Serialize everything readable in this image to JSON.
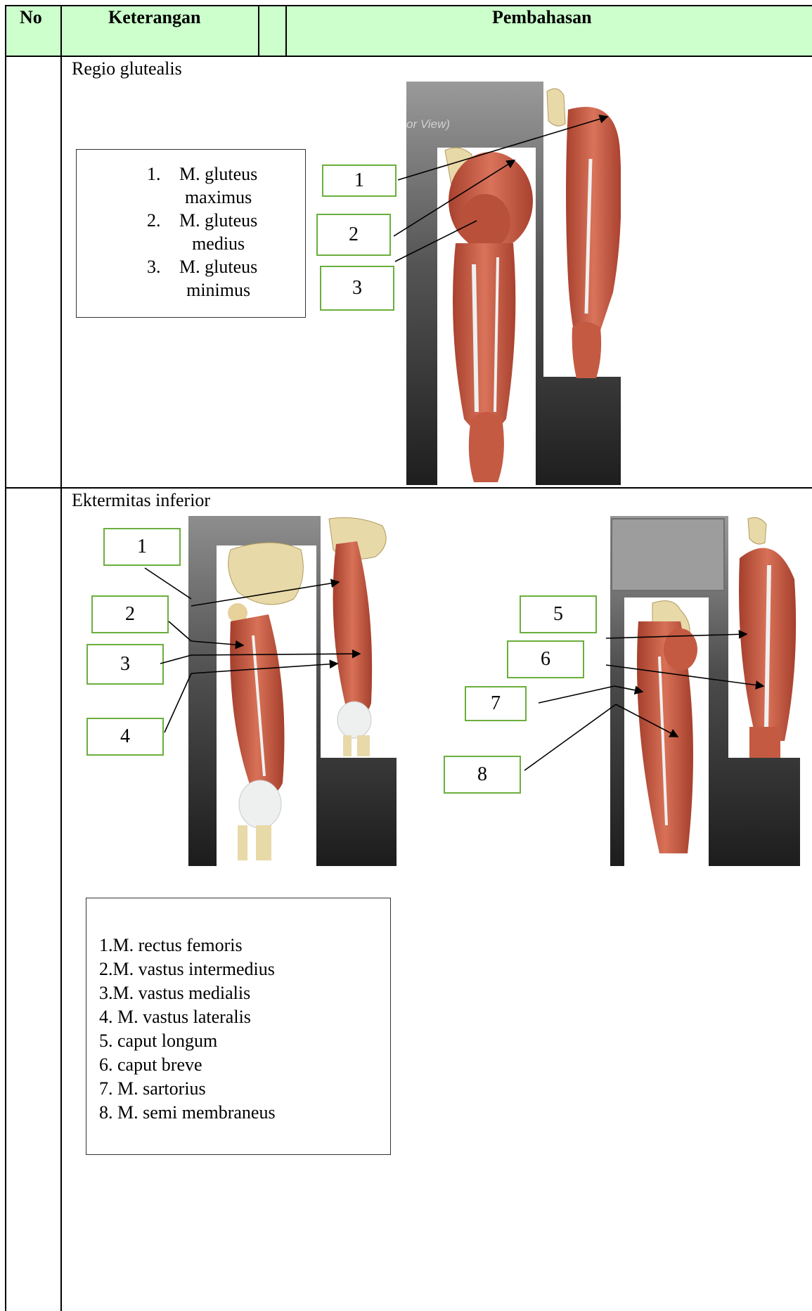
{
  "table": {
    "headers": {
      "no": "No",
      "keterangan": "Keterangan",
      "pembahasan": "Pembahasan"
    },
    "colors": {
      "header_bg": "#ccffcc",
      "box_border": "#6aaf3d",
      "muscle": "#c8573f",
      "bone": "#e8d9a8",
      "tendon": "#e9ecef",
      "panel_dark": "#2b2b2b"
    }
  },
  "section1": {
    "title": "Regio glutealis",
    "image_caption": "or View)",
    "legend": [
      {
        "num": "1.",
        "lines": [
          "M. gluteus",
          "maximus"
        ]
      },
      {
        "num": "2.",
        "lines": [
          "M. gluteus",
          "medius"
        ]
      },
      {
        "num": "3.",
        "lines": [
          "M. gluteus",
          "minimus"
        ]
      }
    ],
    "labels": [
      "1",
      "2",
      "3"
    ]
  },
  "section2": {
    "title": "Ektermitas inferior",
    "labels_left": [
      "1",
      "2",
      "3",
      "4"
    ],
    "labels_right": [
      "5",
      "6",
      "7",
      "8"
    ],
    "legend": [
      "1.M. rectus femoris",
      "2.M. vastus intermedius",
      "3.M. vastus medialis",
      "4. M. vastus lateralis",
      "5. caput longum",
      "6. caput breve",
      "7. M. sartorius",
      "8. M. semi membraneus"
    ]
  }
}
